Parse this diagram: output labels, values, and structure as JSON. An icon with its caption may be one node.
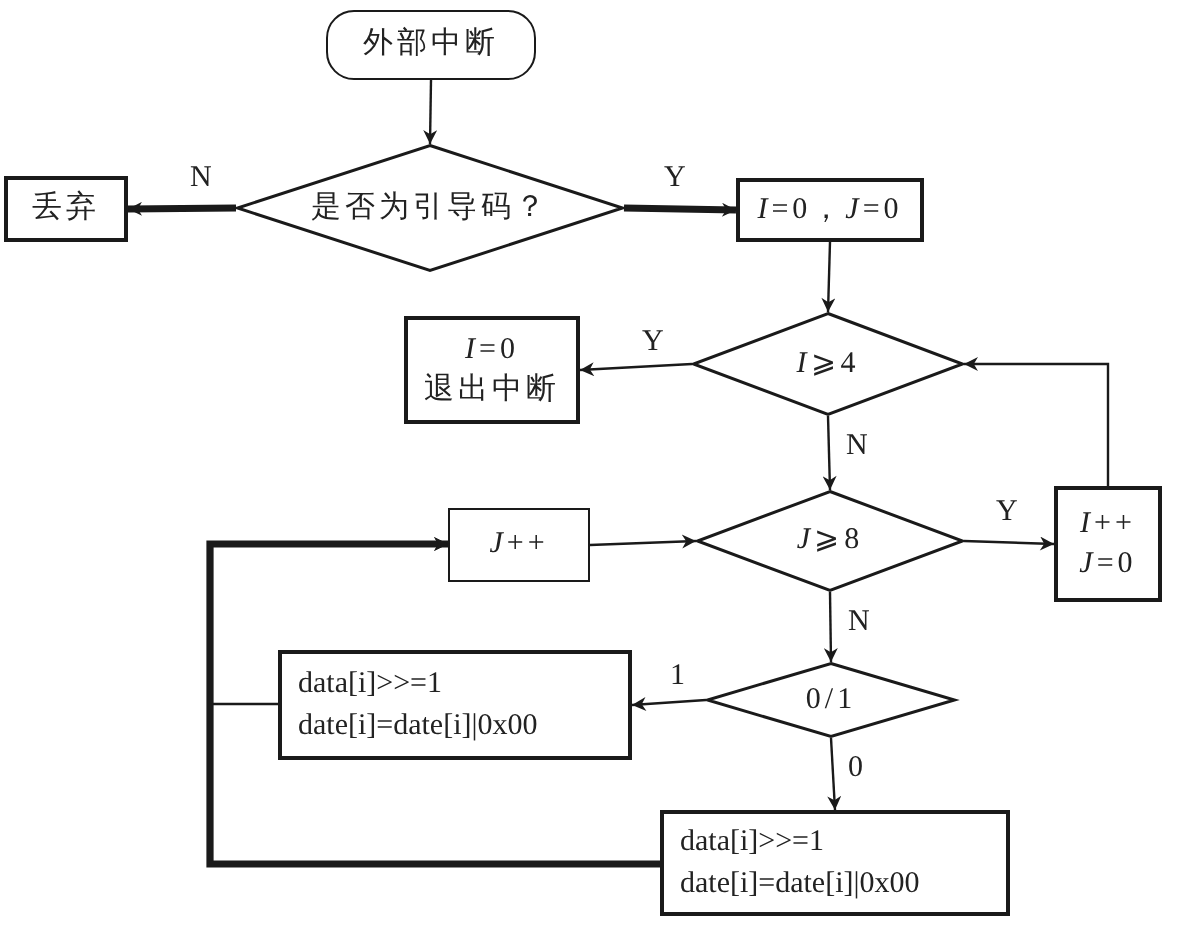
{
  "diagram": {
    "nodes": [
      {
        "text": [
          "外部中断"
        ]
      },
      {
        "text": [
          "是否为引导码？"
        ]
      },
      {
        "text": [
          "丢弃"
        ]
      },
      {
        "text": [
          "*I*=0，*J*=0"
        ]
      },
      {
        "text": [
          "*I*⩾4"
        ]
      },
      {
        "text": [
          "*I*=0",
          "退出中断"
        ]
      },
      {
        "text": [
          "*J*⩾8"
        ]
      },
      {
        "text": [
          "*J*++"
        ]
      },
      {
        "text": [
          "*I*++",
          "*J*=0"
        ]
      },
      {
        "text": [
          "0/1"
        ]
      },
      {
        "text": [
          "data[i]>>=1",
          "date[i]=date[i]|0x00"
        ]
      },
      {
        "text": [
          "data[i]>>=1",
          "date[i]=date[i]|0x00"
        ]
      }
    ],
    "edges": [
      {
        "from": 0,
        "to": 1,
        "arrow": "to"
      },
      {
        "from": 1,
        "to": 2,
        "arrow": "to",
        "label": "N",
        "style": "thick"
      },
      {
        "from": 1,
        "to": 3,
        "arrow": "to",
        "label": "Y",
        "style": "thick"
      },
      {
        "from": 3,
        "to": 4,
        "arrow": "to"
      },
      {
        "from": 4,
        "to": 5,
        "arrow": "to",
        "label": "Y"
      },
      {
        "from": 4,
        "to": 6,
        "arrow": "to",
        "label": "N"
      },
      {
        "from": 6,
        "to": 8,
        "arrow": "to",
        "label": "Y"
      },
      {
        "from": 8,
        "to": 4,
        "arrow": "to"
      },
      {
        "from": 6,
        "to": 9,
        "arrow": "to",
        "label": "N"
      },
      {
        "from": 9,
        "to": 10,
        "arrow": "to",
        "label": "1"
      },
      {
        "from": 9,
        "to": 11,
        "arrow": "to",
        "label": "0"
      },
      {
        "from": 10,
        "to": 7,
        "arrow": "to"
      },
      {
        "from": 11,
        "to": 7,
        "arrow": "to",
        "style": "thick"
      },
      {
        "from": 7,
        "to": 6,
        "arrow": "to"
      }
    ]
  }
}
